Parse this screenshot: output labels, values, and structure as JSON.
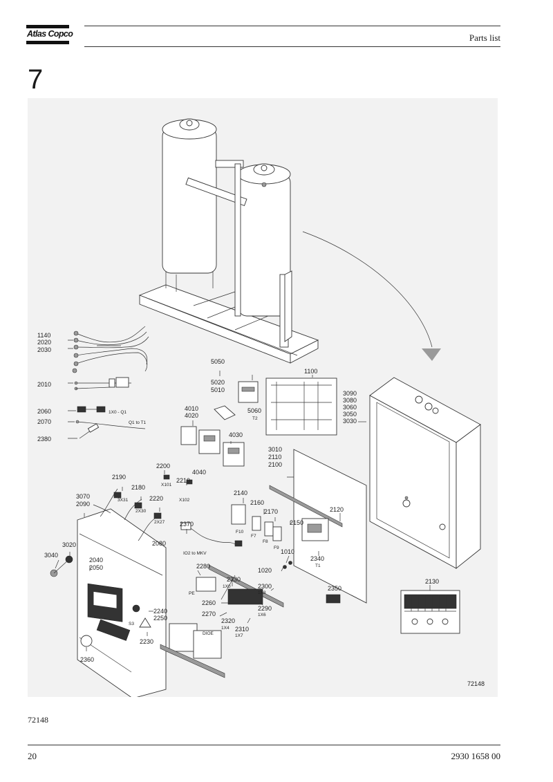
{
  "header": {
    "logo_text": "Atlas Copco",
    "title": "Parts list"
  },
  "section_number": "7",
  "figure": {
    "drawing_id": "72148",
    "callouts": [
      {
        "label": "1140"
      },
      {
        "label": "2020"
      },
      {
        "label": "2030"
      },
      {
        "label": "2010"
      },
      {
        "label": "2060"
      },
      {
        "label": "2070"
      },
      {
        "label": "2380"
      },
      {
        "label": "5050"
      },
      {
        "label": "5020"
      },
      {
        "label": "5010"
      },
      {
        "label": "5060"
      },
      {
        "label": "1100"
      },
      {
        "label": "4010"
      },
      {
        "label": "4020"
      },
      {
        "label": "4030"
      },
      {
        "label": "4040"
      },
      {
        "label": "3090"
      },
      {
        "label": "3080"
      },
      {
        "label": "3060"
      },
      {
        "label": "3050"
      },
      {
        "label": "3030"
      },
      {
        "label": "3010"
      },
      {
        "label": "2110"
      },
      {
        "label": "2100"
      },
      {
        "label": "2200"
      },
      {
        "label": "2210"
      },
      {
        "label": "2190"
      },
      {
        "label": "2180"
      },
      {
        "label": "2220"
      },
      {
        "label": "3070"
      },
      {
        "label": "2090"
      },
      {
        "label": "2140"
      },
      {
        "label": "2160"
      },
      {
        "label": "2170"
      },
      {
        "label": "2150"
      },
      {
        "label": "2120"
      },
      {
        "label": "2370"
      },
      {
        "label": "2080"
      },
      {
        "label": "3020"
      },
      {
        "label": "3040"
      },
      {
        "label": "2040"
      },
      {
        "label": "2050"
      },
      {
        "label": "1010"
      },
      {
        "label": "2340"
      },
      {
        "label": "1020"
      },
      {
        "label": "2280"
      },
      {
        "label": "2330"
      },
      {
        "label": "2300"
      },
      {
        "label": "2260"
      },
      {
        "label": "2290"
      },
      {
        "label": "2270"
      },
      {
        "label": "2320"
      },
      {
        "label": "2310"
      },
      {
        "label": "2350"
      },
      {
        "label": "2130"
      },
      {
        "label": "2240"
      },
      {
        "label": "2250"
      },
      {
        "label": "2230"
      },
      {
        "label": "2360"
      }
    ],
    "annotations": [
      {
        "text": "1X0 - Q1"
      },
      {
        "text": "Q1 to T1"
      },
      {
        "text": "T2"
      },
      {
        "text": "X101"
      },
      {
        "text": "X102"
      },
      {
        "text": "3X31"
      },
      {
        "text": "2X30"
      },
      {
        "text": "2X27"
      },
      {
        "text": "F10"
      },
      {
        "text": "F7"
      },
      {
        "text": "F8"
      },
      {
        "text": "F9"
      },
      {
        "text": "T1"
      },
      {
        "text": "IO2 to MKV"
      },
      {
        "text": "PE"
      },
      {
        "text": "1X0"
      },
      {
        "text": "1X8"
      },
      {
        "text": "1X6"
      },
      {
        "text": "1X4"
      },
      {
        "text": "1X7"
      },
      {
        "text": "S3"
      },
      {
        "text": "DIOE"
      }
    ]
  },
  "caption": "72148",
  "footer": {
    "page_number": "20",
    "document_number": "2930 1658 00"
  }
}
